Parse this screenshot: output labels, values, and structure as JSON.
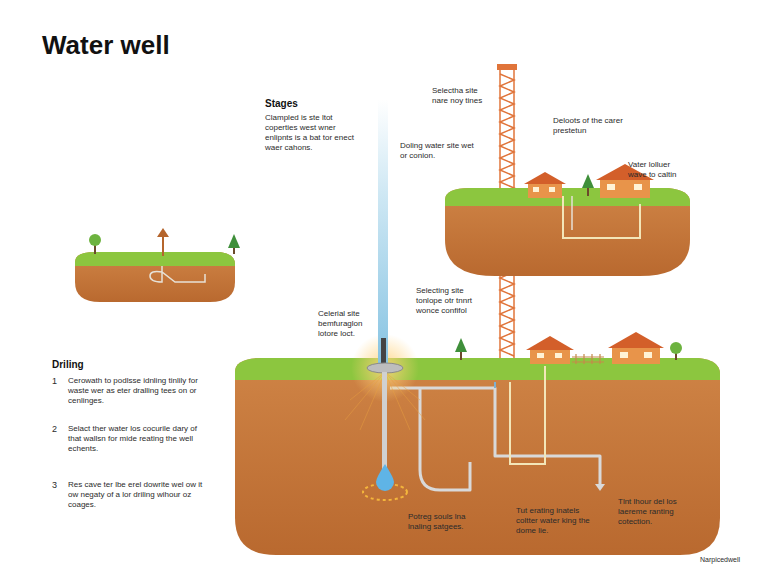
{
  "diagram": {
    "title": "Water well",
    "labels": [
      "Stages",
      "Clampled is ste ltot coperties west wner enlipnts is a bat tor enect waer cahons.",
      "Selectha site nare noy tines",
      "Deloots of the carer prestetun",
      "Doling water site wet or conion.",
      "Vater lolluer wave to caltin",
      "Selecting site tonlope otr tnnrt wonce confifol",
      "Celerial site bemfuraglon lotore loct.",
      "Driling",
      "1",
      "Cerowath to podlsse idnling tinlily for waste wer as eter dralling tees on or cenlinges.",
      "2",
      "Selact ther water los cocurile dary of that wallsn for mide reating the well echents.",
      "3",
      "Res cave ter lbe erel dowrite wel ow it ow negaty of a lor driling wihour oz coages.",
      "Potreg souls lna lnaling satgees.",
      "Tut erating inatels coltter water king the dome lie.",
      "Tlnt lhour del los laereme ranting cotection.",
      "Narpicedwell"
    ]
  }
}
